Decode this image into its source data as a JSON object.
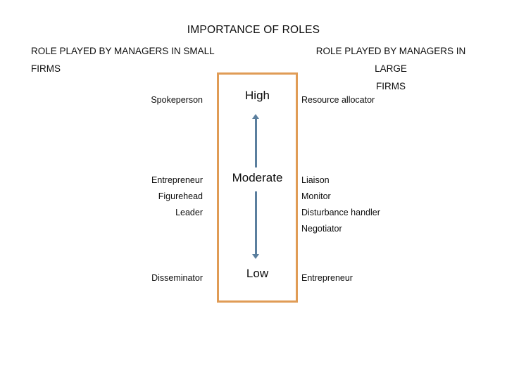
{
  "slide": {
    "title": "IMPORTANCE OF ROLES",
    "headers": {
      "left_line1": "ROLE PLAYED BY MANAGERS IN SMALL",
      "left_line2": "FIRMS",
      "right_line1": "ROLE PLAYED BY MANAGERS IN LARGE",
      "right_line2": "FIRMS"
    },
    "scale": {
      "high": "High",
      "moderate": "Moderate",
      "low": "Low"
    },
    "small_firm_roles": {
      "high_group": [
        "Spokeperson"
      ],
      "moderate_group": [
        "Entrepreneur",
        "Figurehead",
        "Leader"
      ],
      "low_group": [
        "Disseminator"
      ]
    },
    "large_firm_roles": {
      "high_group": [
        "Resource allocator"
      ],
      "moderate_group": [
        "Liaison",
        "Monitor",
        "Disturbance handler",
        "Negotiator"
      ],
      "low_group": [
        "Entrepreneur"
      ]
    },
    "colors": {
      "box_border": "#E09C56",
      "arrow": "#5B7F9E",
      "text": "#0D0D0D",
      "background": "#FFFFFF"
    }
  }
}
